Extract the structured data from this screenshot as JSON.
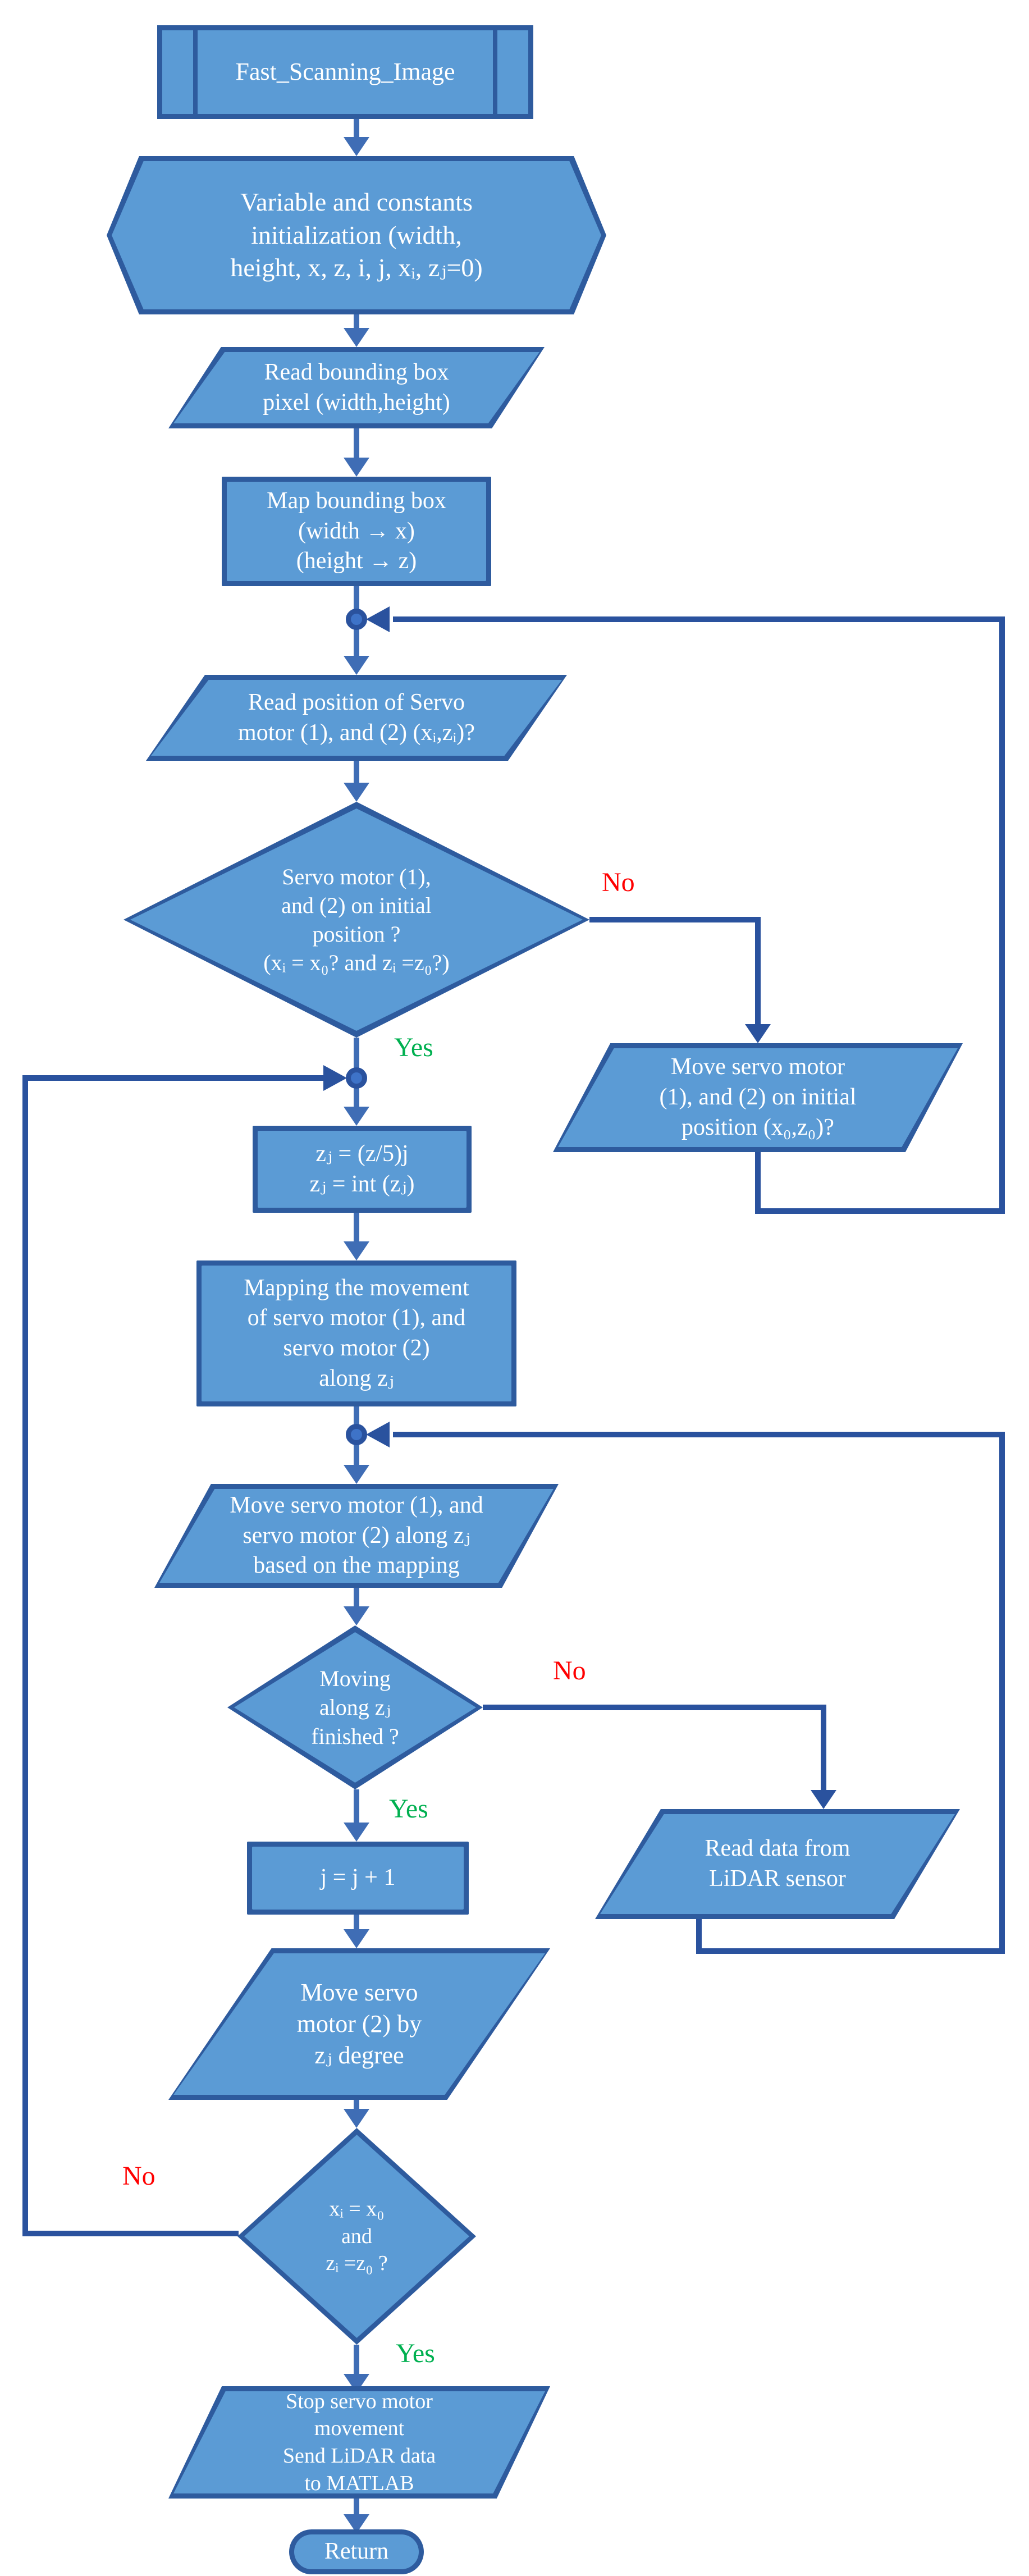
{
  "palette": {
    "shape_fill": "#5b9bd5",
    "shape_border": "#2e5b9e",
    "arrow_bright": "#3f6db5",
    "loop_line_dark": "#2a529e",
    "junction_fill": "#3e73c8",
    "text": "#ffffff",
    "yes_label": "#00b050",
    "no_label": "#ff0000",
    "background": "#ffffff"
  },
  "labels": {
    "yes": "Yes",
    "no": "No"
  },
  "nodes": {
    "start": "Fast_Scanning_Image",
    "init": "Variable and constants\ninitialization (width,\nheight, x, z, i, j, xᵢ, zⱼ=0)",
    "read_bbox": "Read bounding box\npixel (width,height)",
    "map_bbox": "Map bounding box\n(width → x)\n(height → z)",
    "read_pos": "Read position of Servo\nmotor (1), and (2) (xᵢ,zᵢ)?",
    "check_initial": "Servo motor (1),\nand (2) on initial\nposition ?\n(xᵢ = x₀? and zᵢ =z₀?)",
    "move_initial": "Move servo motor\n(1), and (2) on initial\nposition (x₀,z₀)?",
    "compute_zj": "zⱼ = (z/5)j\nzⱼ = int (zⱼ)",
    "mapping": "Mapping the movement\nof servo motor (1), and\nservo motor (2)\nalong zⱼ",
    "move_along": "Move servo motor (1), and\nservo motor (2) along zⱼ\nbased on the mapping",
    "check_moving": "Moving\nalong zⱼ\nfinished ?",
    "increment_j": "j = j + 1",
    "read_lidar": "Read data from\nLiDAR sensor",
    "move_z": "Move servo\nmotor (2) by\nzⱼ degree",
    "check_home": "xᵢ = x₀\nand\nzᵢ =z₀ ?",
    "stop_send": "Stop servo motor\nmovement\nSend LiDAR data\nto MATLAB",
    "return": "Return"
  },
  "edges": [
    {
      "from": "start",
      "to": "init"
    },
    {
      "from": "init",
      "to": "read_bbox"
    },
    {
      "from": "read_bbox",
      "to": "map_bbox"
    },
    {
      "from": "map_bbox",
      "to": "read_pos"
    },
    {
      "from": "read_pos",
      "to": "check_initial"
    },
    {
      "from": "check_initial",
      "to": "move_initial",
      "label": "No"
    },
    {
      "from": "move_initial",
      "to": "read_pos",
      "loop": "right"
    },
    {
      "from": "check_initial",
      "to": "compute_zj",
      "label": "Yes"
    },
    {
      "from": "compute_zj",
      "to": "mapping"
    },
    {
      "from": "mapping",
      "to": "move_along"
    },
    {
      "from": "move_along",
      "to": "check_moving"
    },
    {
      "from": "check_moving",
      "to": "read_lidar",
      "label": "No"
    },
    {
      "from": "read_lidar",
      "to": "move_along",
      "loop": "right"
    },
    {
      "from": "check_moving",
      "to": "increment_j",
      "label": "Yes"
    },
    {
      "from": "increment_j",
      "to": "move_z"
    },
    {
      "from": "move_z",
      "to": "check_home"
    },
    {
      "from": "check_home",
      "to": "compute_zj",
      "label": "No",
      "loop": "left"
    },
    {
      "from": "check_home",
      "to": "stop_send",
      "label": "Yes"
    },
    {
      "from": "stop_send",
      "to": "return"
    }
  ]
}
